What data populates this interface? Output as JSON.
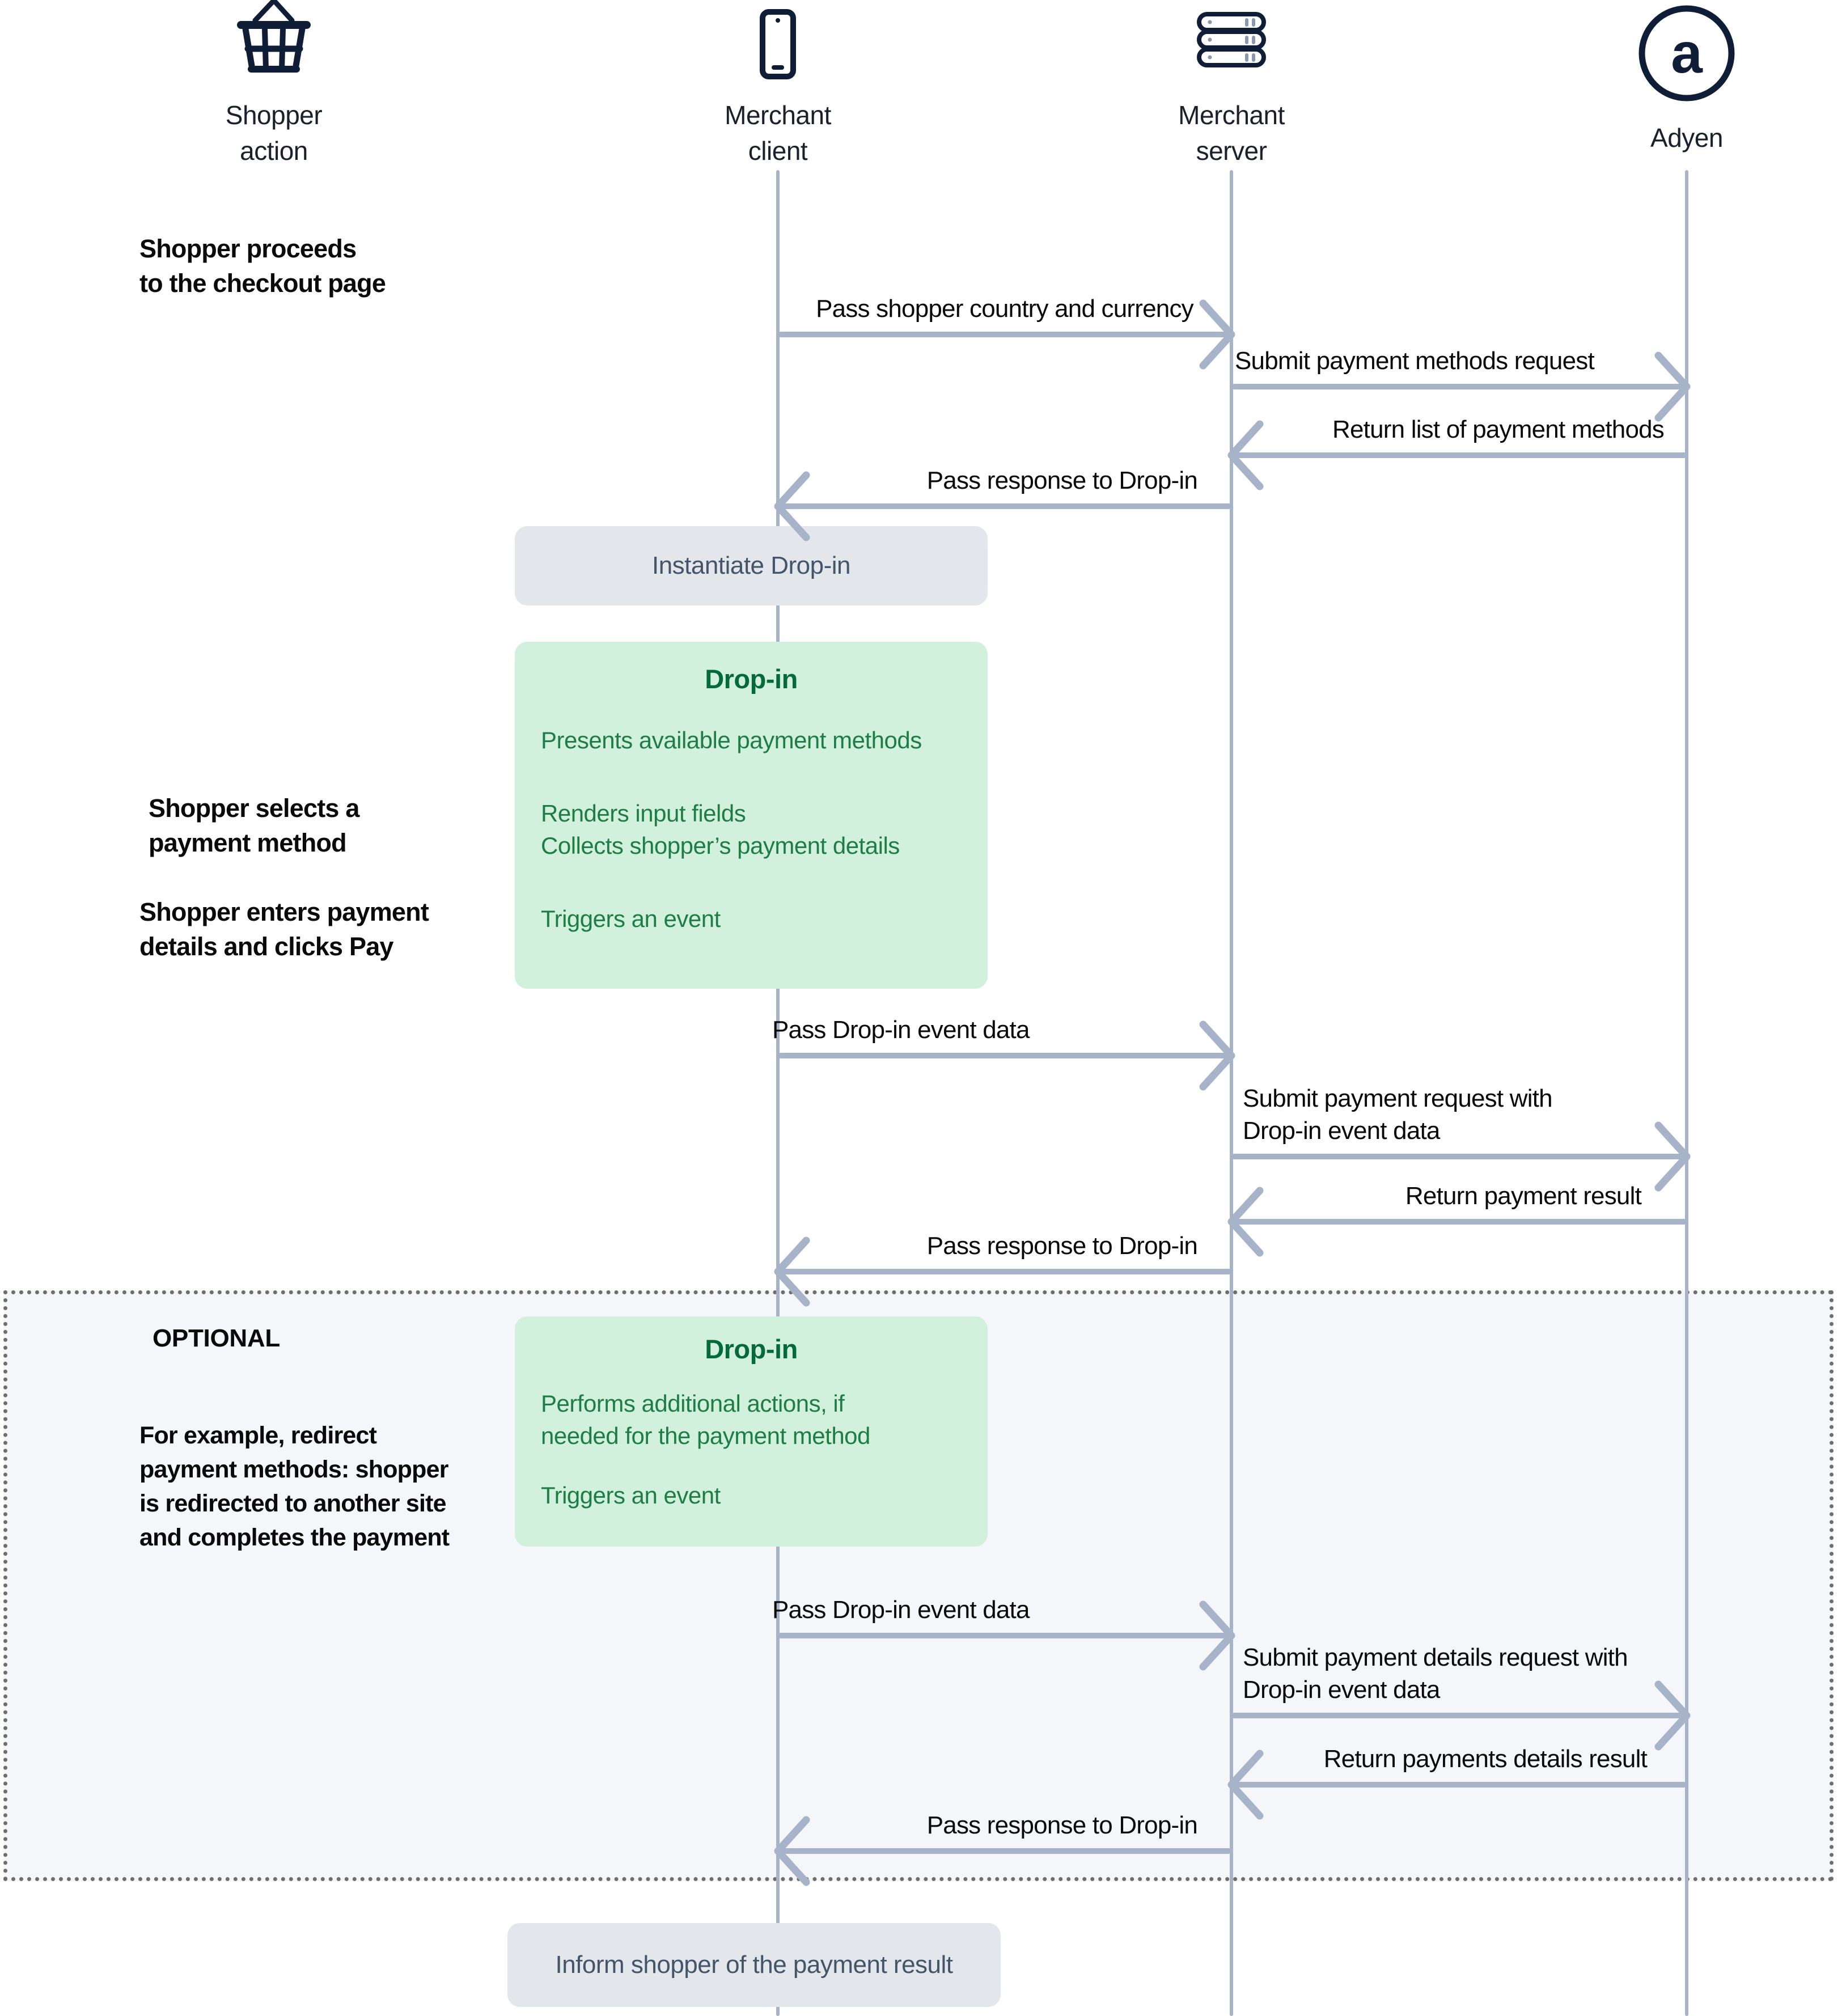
{
  "colors": {
    "actor_navy": "#0f1e36",
    "arrow_blue_gray": "#a6b3c9",
    "label_black": "#0a0a0a",
    "gray_box_bg": "#e3e6eb",
    "gray_box_text": "#445469",
    "green_box_bg": "#d2f1dc",
    "green_title": "#046a39",
    "green_text": "#1e7c46",
    "optional_bg": "#f5f6f9",
    "optional_border": "#6e6e6e",
    "server_icon_accent": "#8b98ad"
  },
  "actors": [
    {
      "id": "shopper-action",
      "label": "Shopper\naction",
      "icon": "basket-icon"
    },
    {
      "id": "merchant-client",
      "label": "Merchant\nclient",
      "icon": "phone-icon"
    },
    {
      "id": "merchant-server",
      "label": "Merchant\nserver",
      "icon": "server-icon"
    },
    {
      "id": "adyen",
      "label": "Adyen",
      "icon": "adyen-logo-icon"
    }
  ],
  "notes": [
    {
      "text": "Shopper proceeds\nto the checkout page"
    },
    {
      "text": "Shopper selects a\npayment method"
    },
    {
      "text": "Shopper enters payment\ndetails and clicks Pay"
    },
    {
      "text": "For example, redirect\npayment methods: shopper\nis redirected to another site\nand completes the payment"
    }
  ],
  "optional": {
    "label": "OPTIONAL"
  },
  "boxes": {
    "instantiate": {
      "text": "Instantiate Drop-in"
    },
    "dropin1": {
      "title": "Drop-in",
      "lines": [
        "Presents available payment methods",
        "Renders input fields\nCollects shopper’s payment details",
        "Triggers an event"
      ]
    },
    "dropin2": {
      "title": "Drop-in",
      "lines": [
        "Performs additional actions, if\nneeded for the payment method",
        "Triggers an event"
      ]
    },
    "inform": {
      "text": "Inform shopper of the payment result"
    }
  },
  "messages": [
    {
      "text": "Pass shopper country and currency",
      "from": "merchant-client",
      "to": "merchant-server"
    },
    {
      "text": "Submit  payment methods request",
      "from": "merchant-server",
      "to": "adyen"
    },
    {
      "text": "Return list of payment methods",
      "from": "adyen",
      "to": "merchant-server"
    },
    {
      "text": "Pass response to Drop-in",
      "from": "merchant-server",
      "to": "merchant-client"
    },
    {
      "text": "Pass Drop-in event data",
      "from": "merchant-client",
      "to": "merchant-server"
    },
    {
      "text": "Submit payment request with\nDrop-in event data",
      "from": "merchant-server",
      "to": "adyen"
    },
    {
      "text": "Return payment result",
      "from": "adyen",
      "to": "merchant-server"
    },
    {
      "text": "Pass response to Drop-in",
      "from": "merchant-server",
      "to": "merchant-client"
    },
    {
      "text": "Pass Drop-in event data",
      "from": "merchant-client",
      "to": "merchant-server"
    },
    {
      "text": "Submit payment details request with\nDrop-in event data",
      "from": "merchant-server",
      "to": "adyen"
    },
    {
      "text": "Return payments details result",
      "from": "adyen",
      "to": "merchant-server"
    },
    {
      "text": "Pass response to Drop-in",
      "from": "merchant-server",
      "to": "merchant-client"
    }
  ]
}
